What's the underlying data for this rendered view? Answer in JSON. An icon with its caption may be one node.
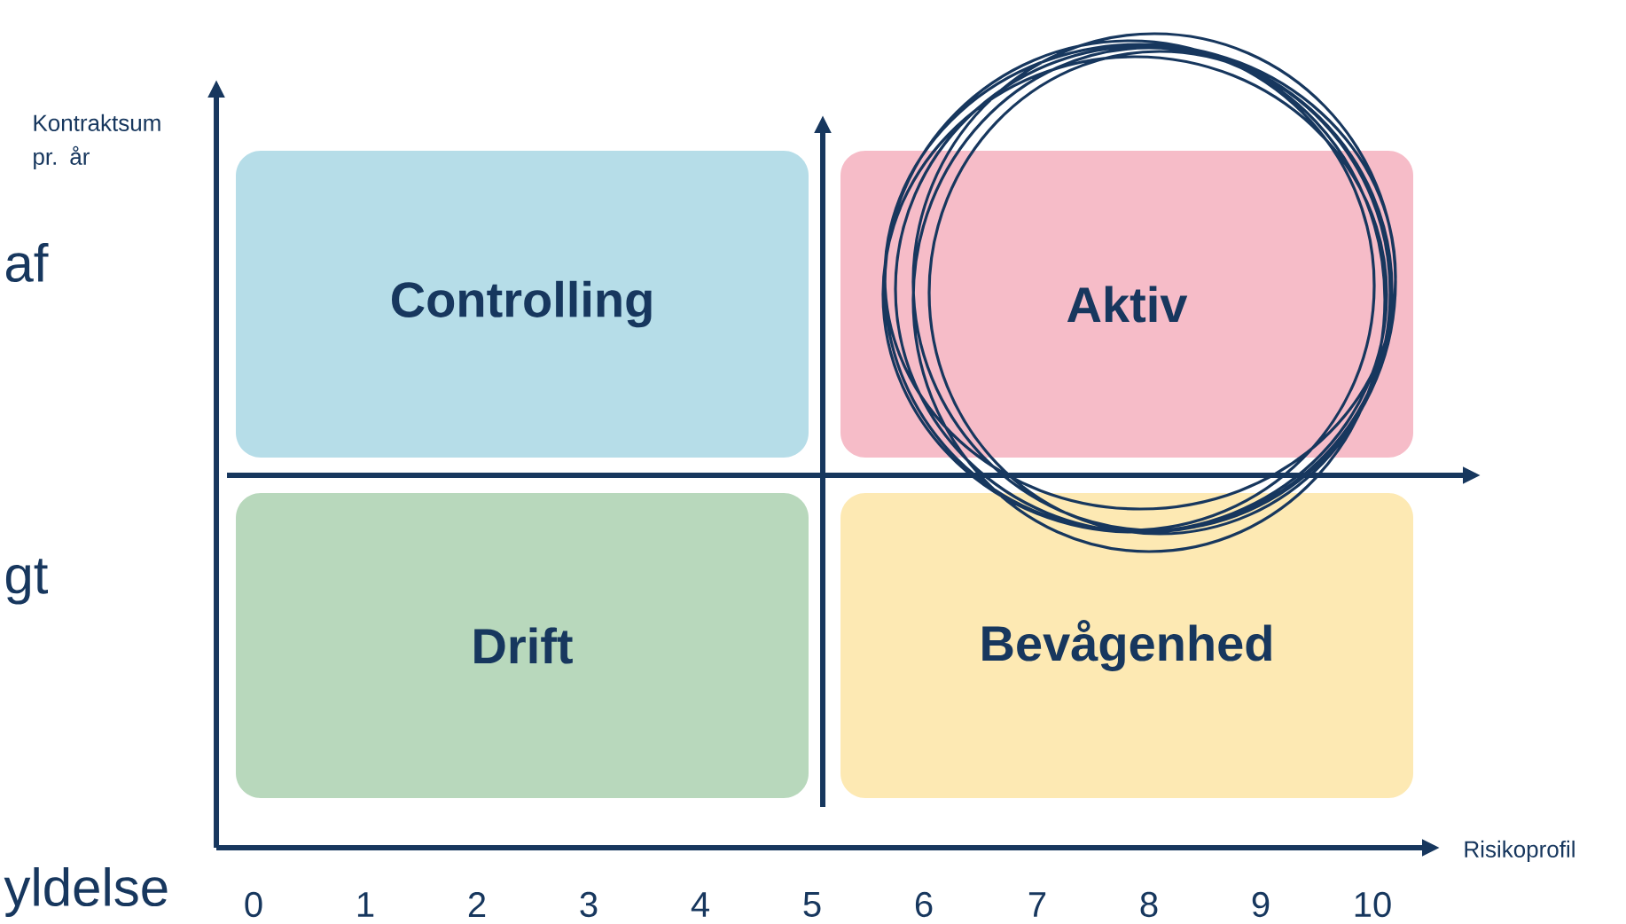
{
  "diagram": {
    "nodes": [
      {
        "text": [
          "Controlling"
        ]
      },
      {
        "text": [
          "Aktiv"
        ]
      },
      {
        "text": [
          "Drift"
        ]
      },
      {
        "text": [
          "Bevågenhed"
        ]
      }
    ],
    "labels": [
      "Kontraktsum pr. år",
      "af",
      "gt",
      "Risikoprofil",
      "yldelse",
      "0",
      "1",
      "2",
      "3",
      "4",
      "5",
      "6",
      "7",
      "8",
      "9",
      "10"
    ]
  }
}
